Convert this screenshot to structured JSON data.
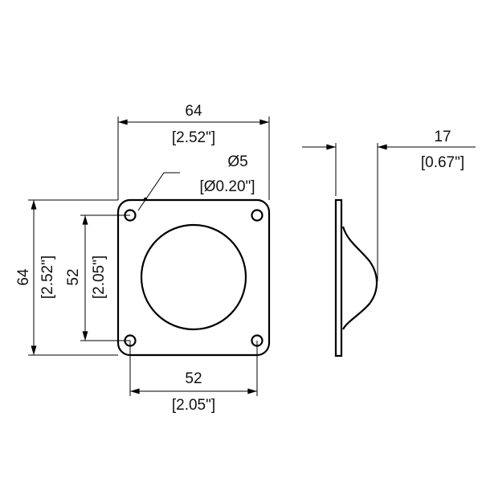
{
  "front_view": {
    "width_mm": "64",
    "width_in": "[2.52\"]",
    "height_mm": "64",
    "height_in": "[2.52\"]",
    "hole_spacing_v_mm": "52",
    "hole_spacing_v_in": "[2.05\"]",
    "hole_spacing_h_mm": "52",
    "hole_spacing_h_in": "[2.05\"]",
    "hole_dia_mm": "Ø5",
    "hole_dia_in": "[Ø0.20\"]"
  },
  "side_view": {
    "depth_mm": "17",
    "depth_in": "[0.67\"]"
  },
  "colors": {
    "line": "#000000",
    "background": "#ffffff"
  }
}
